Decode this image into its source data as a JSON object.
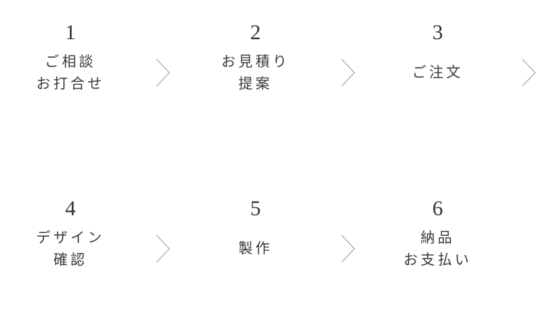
{
  "steps": [
    {
      "number": "1",
      "lines": [
        "ご相談",
        "お打合せ"
      ]
    },
    {
      "number": "2",
      "lines": [
        "お見積り",
        "提案"
      ]
    },
    {
      "number": "3",
      "lines": [
        "ご注文"
      ]
    },
    {
      "number": "4",
      "lines": [
        "デザイン",
        "確認"
      ]
    },
    {
      "number": "5",
      "lines": [
        "製作"
      ]
    },
    {
      "number": "6",
      "lines": [
        "納品",
        "お支払い"
      ]
    }
  ],
  "arrows": [
    {
      "icon": "chevron-right-icon"
    },
    {
      "icon": "chevron-right-icon"
    },
    {
      "icon": "chevron-right-icon"
    },
    {
      "icon": "chevron-right-icon"
    },
    {
      "icon": "chevron-right-icon"
    }
  ],
  "colors": {
    "text": "#3a3a3a",
    "arrow": "#9a9a9a",
    "background": "#ffffff"
  }
}
